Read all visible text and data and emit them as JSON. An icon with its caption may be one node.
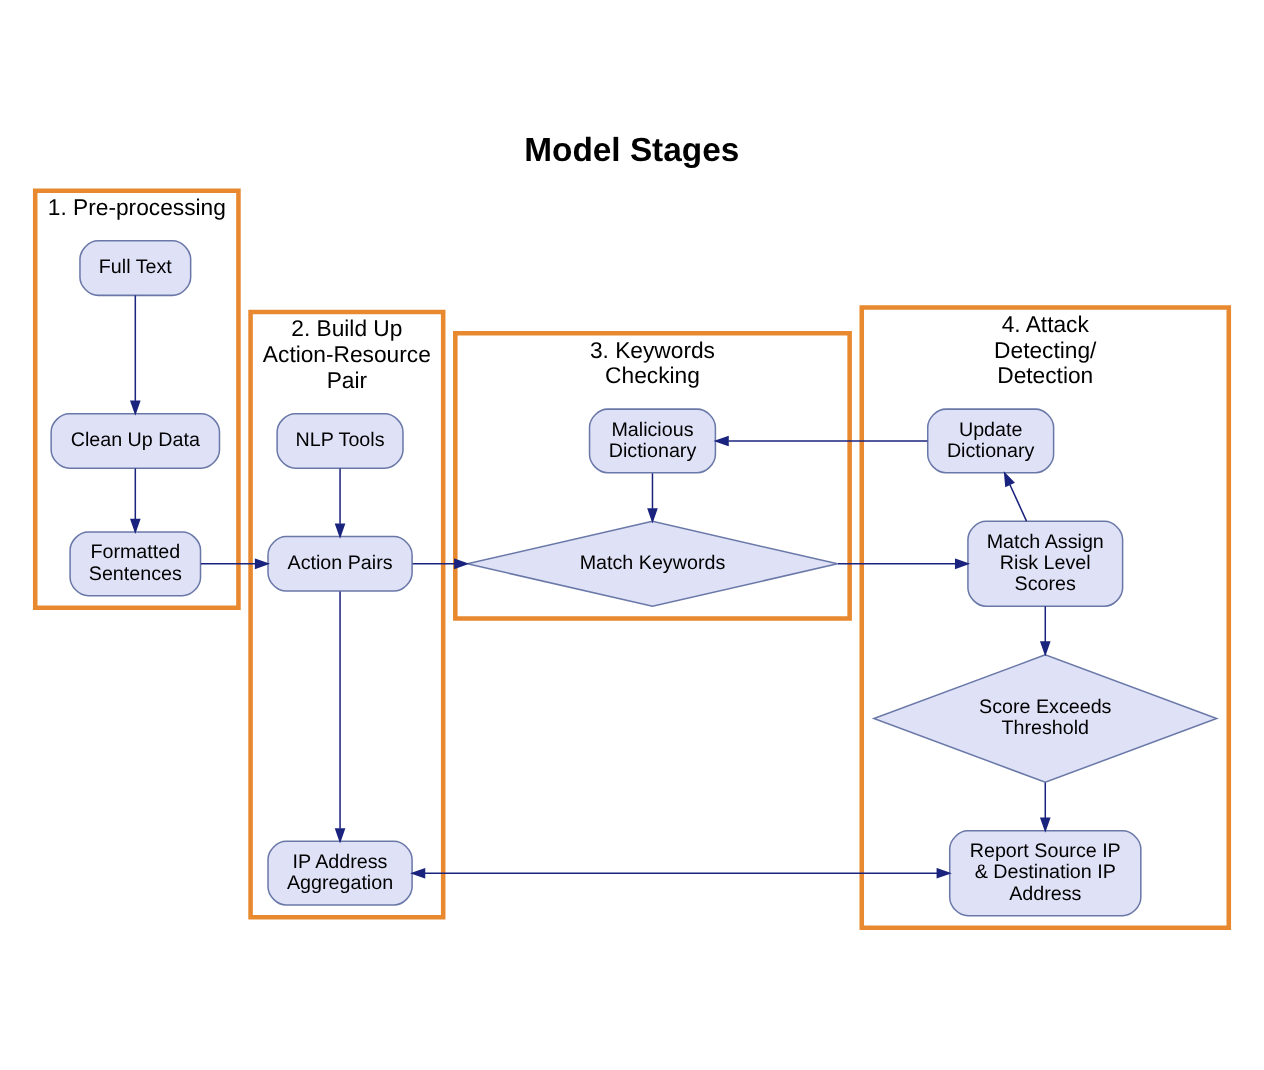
{
  "diagram": {
    "title": "Model Stages",
    "nodes": [
      {
        "text": [
          "1. Pre-processing"
        ]
      },
      {
        "text": [
          "2. Build Up Action-Resource Pair"
        ]
      },
      {
        "text": [
          "3. Keywords Checking"
        ]
      },
      {
        "text": [
          "4. Attack Detecting/ Detection"
        ]
      },
      {
        "text": [
          "Full Text"
        ],
        "in": 0
      },
      {
        "text": [
          "Clean Up Data"
        ],
        "in": 0
      },
      {
        "text": [
          "Formatted Sentences"
        ],
        "in": 0
      },
      {
        "text": [
          "NLP Tools"
        ],
        "in": 1
      },
      {
        "text": [
          "Action Pairs"
        ],
        "in": 1
      },
      {
        "text": [
          "IP Address Aggregation"
        ],
        "in": 1
      },
      {
        "text": [
          "Malicious Dictionary"
        ],
        "in": 2
      },
      {
        "text": [
          "Match Keywords"
        ],
        "in": 2
      },
      {
        "text": [
          "Update Dictionary"
        ],
        "in": 3
      },
      {
        "text": [
          "Match Assign Risk Level Scores"
        ],
        "in": 3
      },
      {
        "text": [
          "Score Exceeds Threshold"
        ],
        "in": 3
      },
      {
        "text": [
          "Report Source IP & Destination IP Address"
        ],
        "in": 3
      }
    ],
    "edges": [
      {
        "from": 4,
        "to": 5,
        "arrow": "to"
      },
      {
        "from": 5,
        "to": 6,
        "arrow": "to"
      },
      {
        "from": 6,
        "to": 8,
        "arrow": "to"
      },
      {
        "from": 7,
        "to": 8,
        "arrow": "to"
      },
      {
        "from": 8,
        "to": 11,
        "arrow": "to"
      },
      {
        "from": 8,
        "to": 9,
        "arrow": "to"
      },
      {
        "from": 10,
        "to": 11,
        "arrow": "to"
      },
      {
        "from": 11,
        "to": 13,
        "arrow": "to"
      },
      {
        "from": 13,
        "to": 12,
        "arrow": "to"
      },
      {
        "from": 12,
        "to": 10,
        "arrow": "to"
      },
      {
        "from": 13,
        "to": 14,
        "arrow": "to"
      },
      {
        "from": 14,
        "to": 15,
        "arrow": "to"
      },
      {
        "from": 9,
        "to": 15,
        "arrow": "both"
      }
    ]
  }
}
